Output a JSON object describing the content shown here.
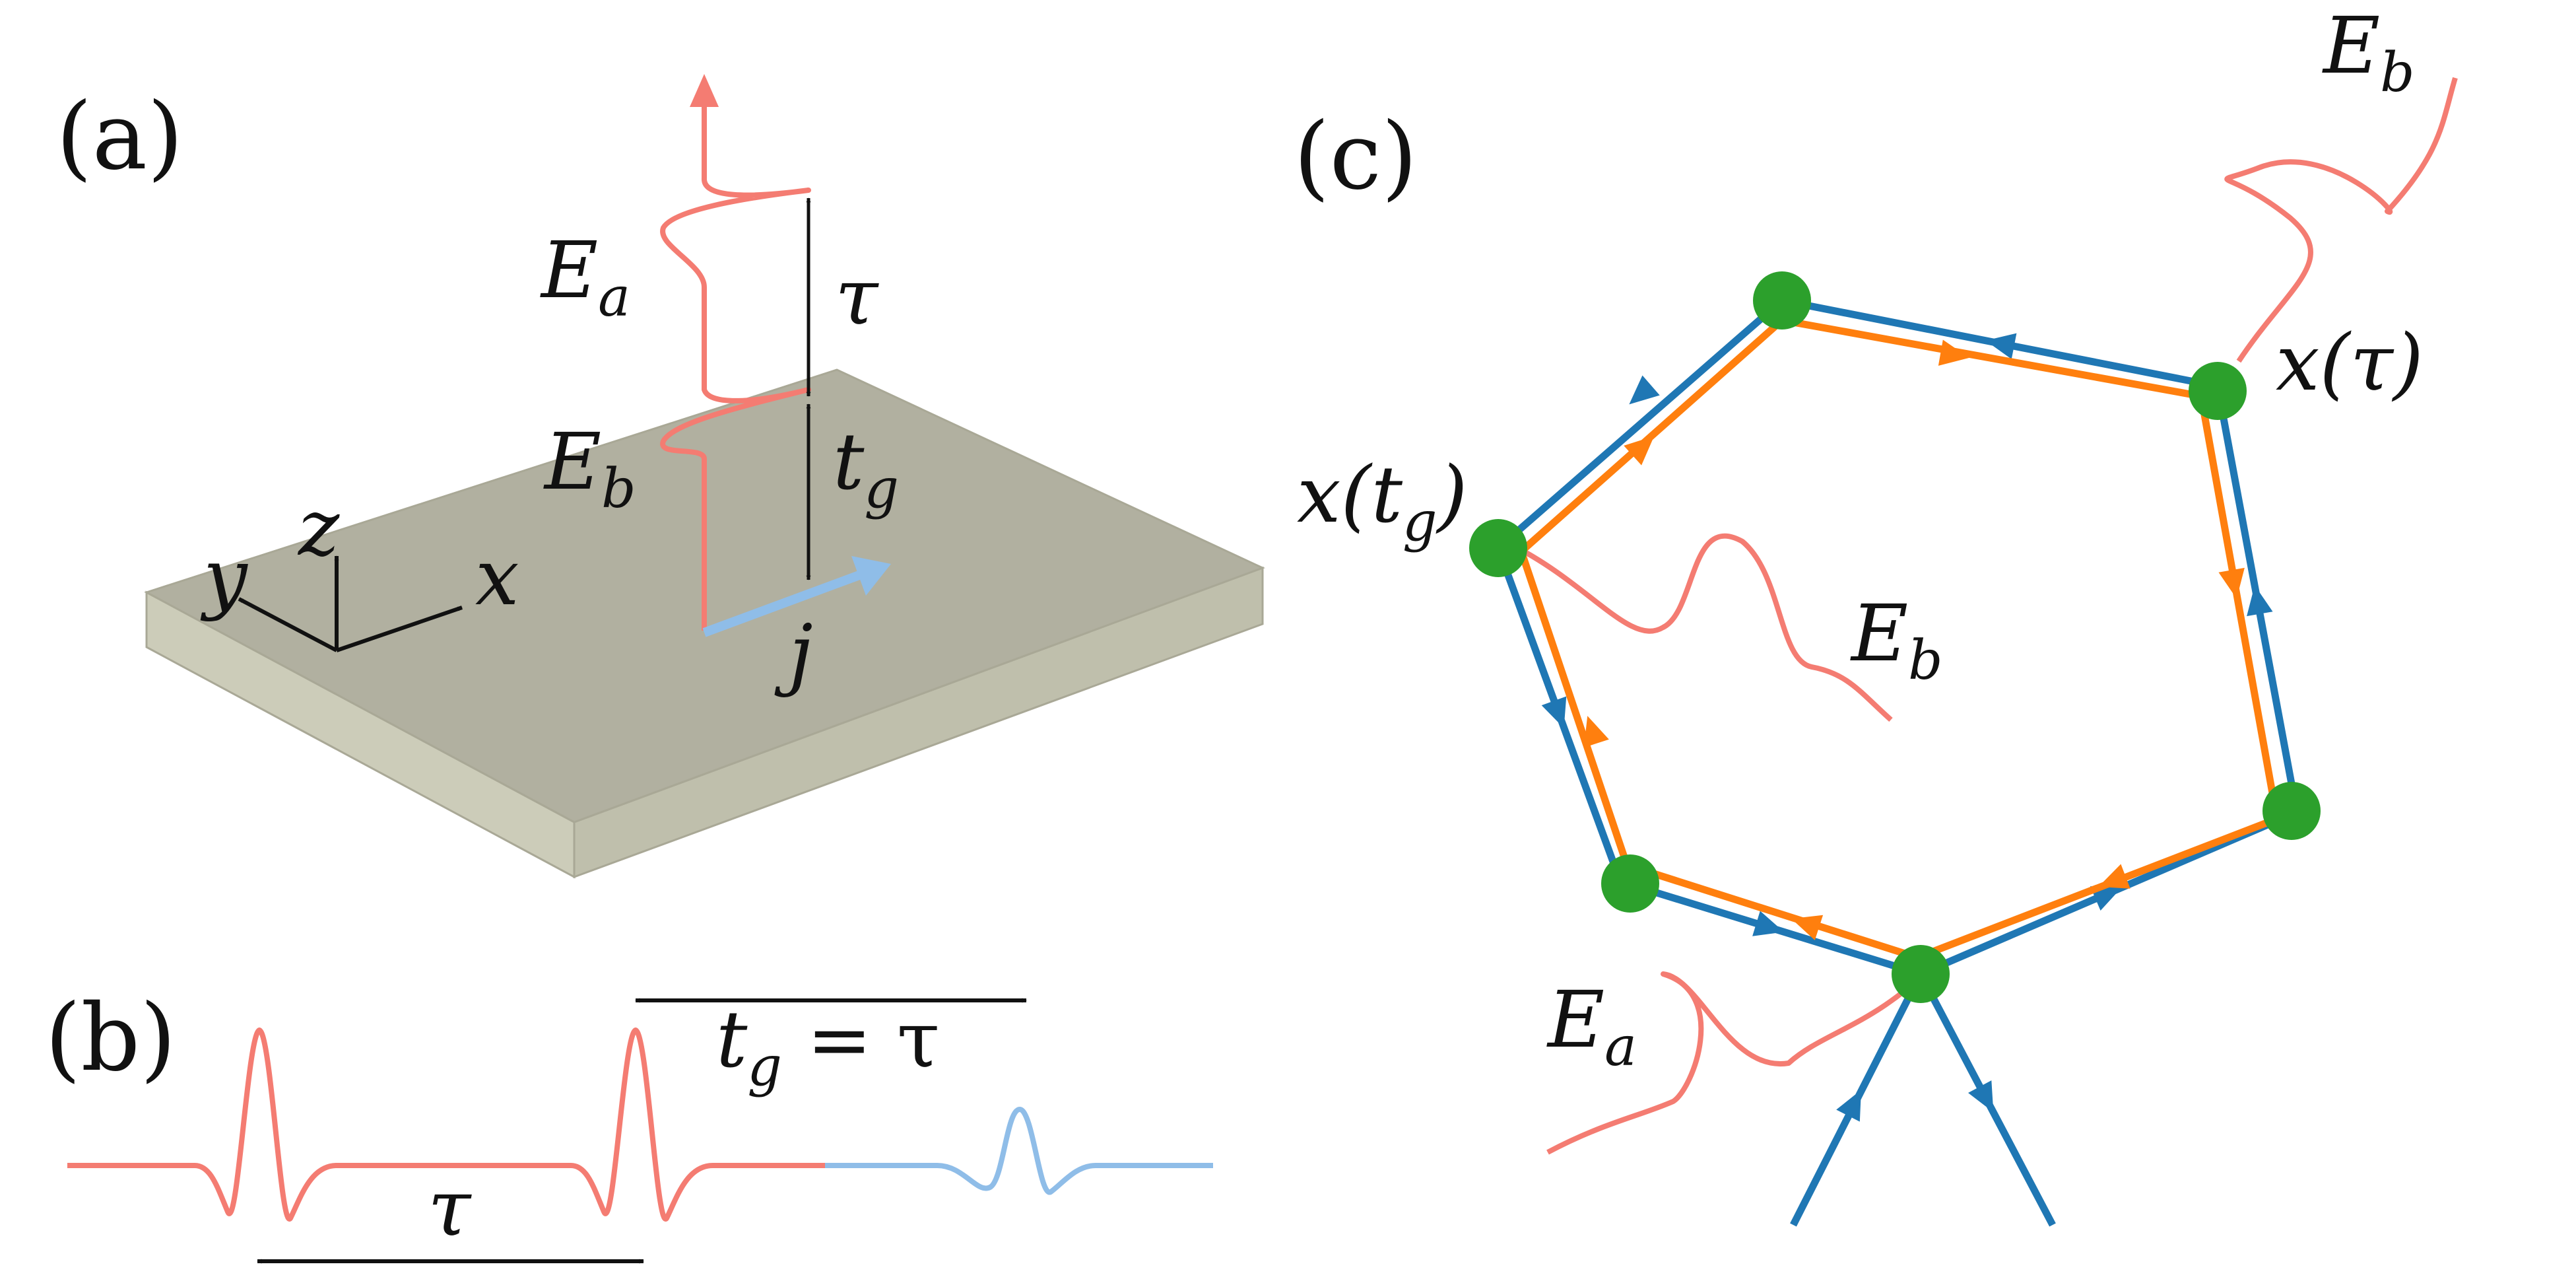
{
  "panels": {
    "a": "(a)",
    "b": "(b)",
    "c": "(c)"
  },
  "axes": {
    "x": "x",
    "y": "y",
    "z": "z"
  },
  "panel_a": {
    "ea": "E",
    "ea_sub": "a",
    "eb": "E",
    "eb_sub": "b",
    "tau": "τ",
    "tg": "t",
    "tg_sub": "g",
    "current": "j"
  },
  "panel_b": {
    "tau": "τ",
    "tg": "t",
    "tg_sub": "g",
    "eq": " = τ"
  },
  "panel_c": {
    "eb_top": "E",
    "eb_top_sub": "b",
    "eb_mid": "E",
    "eb_mid_sub": "b",
    "ea": "E",
    "ea_sub": "a",
    "x_tau": "x(τ)",
    "x_tg_x": "x(t",
    "x_tg_sub": "g",
    "x_tg_close": ")"
  },
  "colors": {
    "pulse_red": "#f47c72",
    "pulse_blue": "#8fbde8",
    "loop_blue": "#1f77b4",
    "loop_orange": "#ff7f0e",
    "node_green": "#2ca02c",
    "plate_top": "#b1b0a0",
    "plate_side": "#ccccb9"
  }
}
